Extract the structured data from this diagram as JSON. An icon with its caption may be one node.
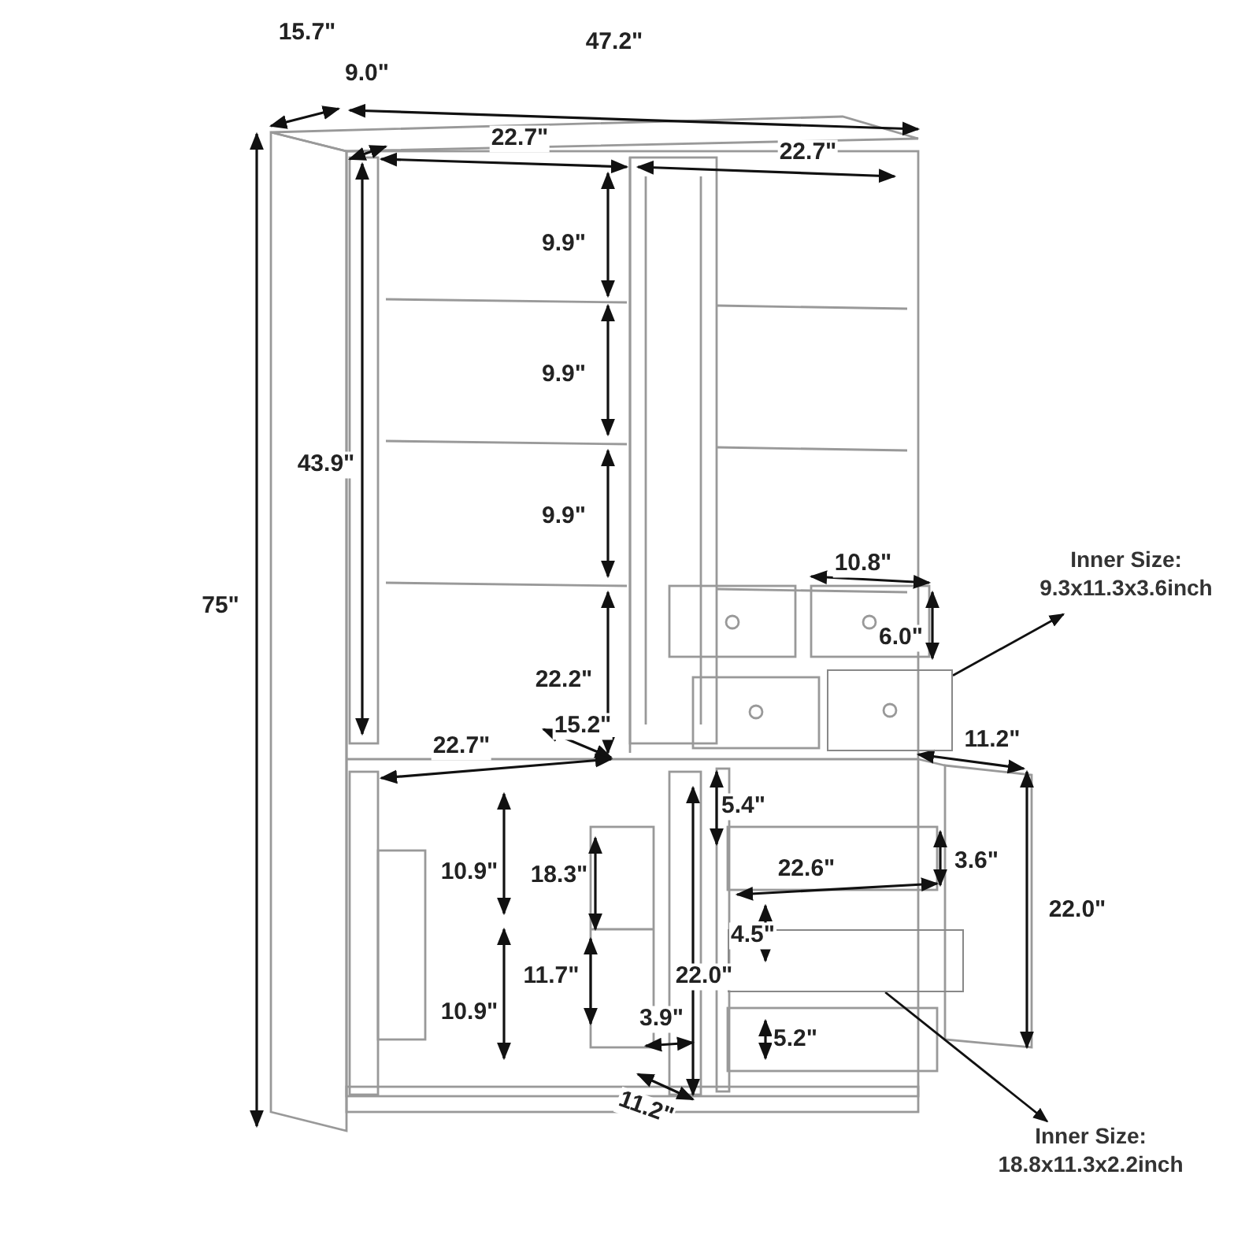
{
  "diagram": {
    "nodes": [
      {
        "text": [
          "Inner Size:",
          "9.3x11.3x3.6inch"
        ]
      },
      {
        "text": [],
        "shape": "box"
      },
      {
        "text": [],
        "shape": "box"
      },
      {
        "text": [
          "Inner Size:",
          "18.8x11.3x2.2inch"
        ]
      }
    ],
    "edges": [
      {
        "from": 1,
        "to": 0,
        "arrow": "to"
      },
      {
        "from": 2,
        "to": 3,
        "arrow": "to"
      }
    ],
    "labels": [
      "15.7\"",
      "47.2\"",
      "9.0\"",
      "22.7\"",
      "22.7\"",
      "9.9\"",
      "9.9\"",
      "9.9\"",
      "43.9\"",
      "75\"",
      "10.8\"",
      "6.0\"",
      "22.2\"",
      "15.2\"",
      "22.7\"",
      "11.2\"",
      "5.4\"",
      "10.9\"",
      "18.3\"",
      "22.6\"",
      "3.6\"",
      "22.0\"",
      "4.5\"",
      "11.7\"",
      "22.0\"",
      "10.9\"",
      "3.9\"",
      "5.2\"",
      "11.2\""
    ]
  }
}
